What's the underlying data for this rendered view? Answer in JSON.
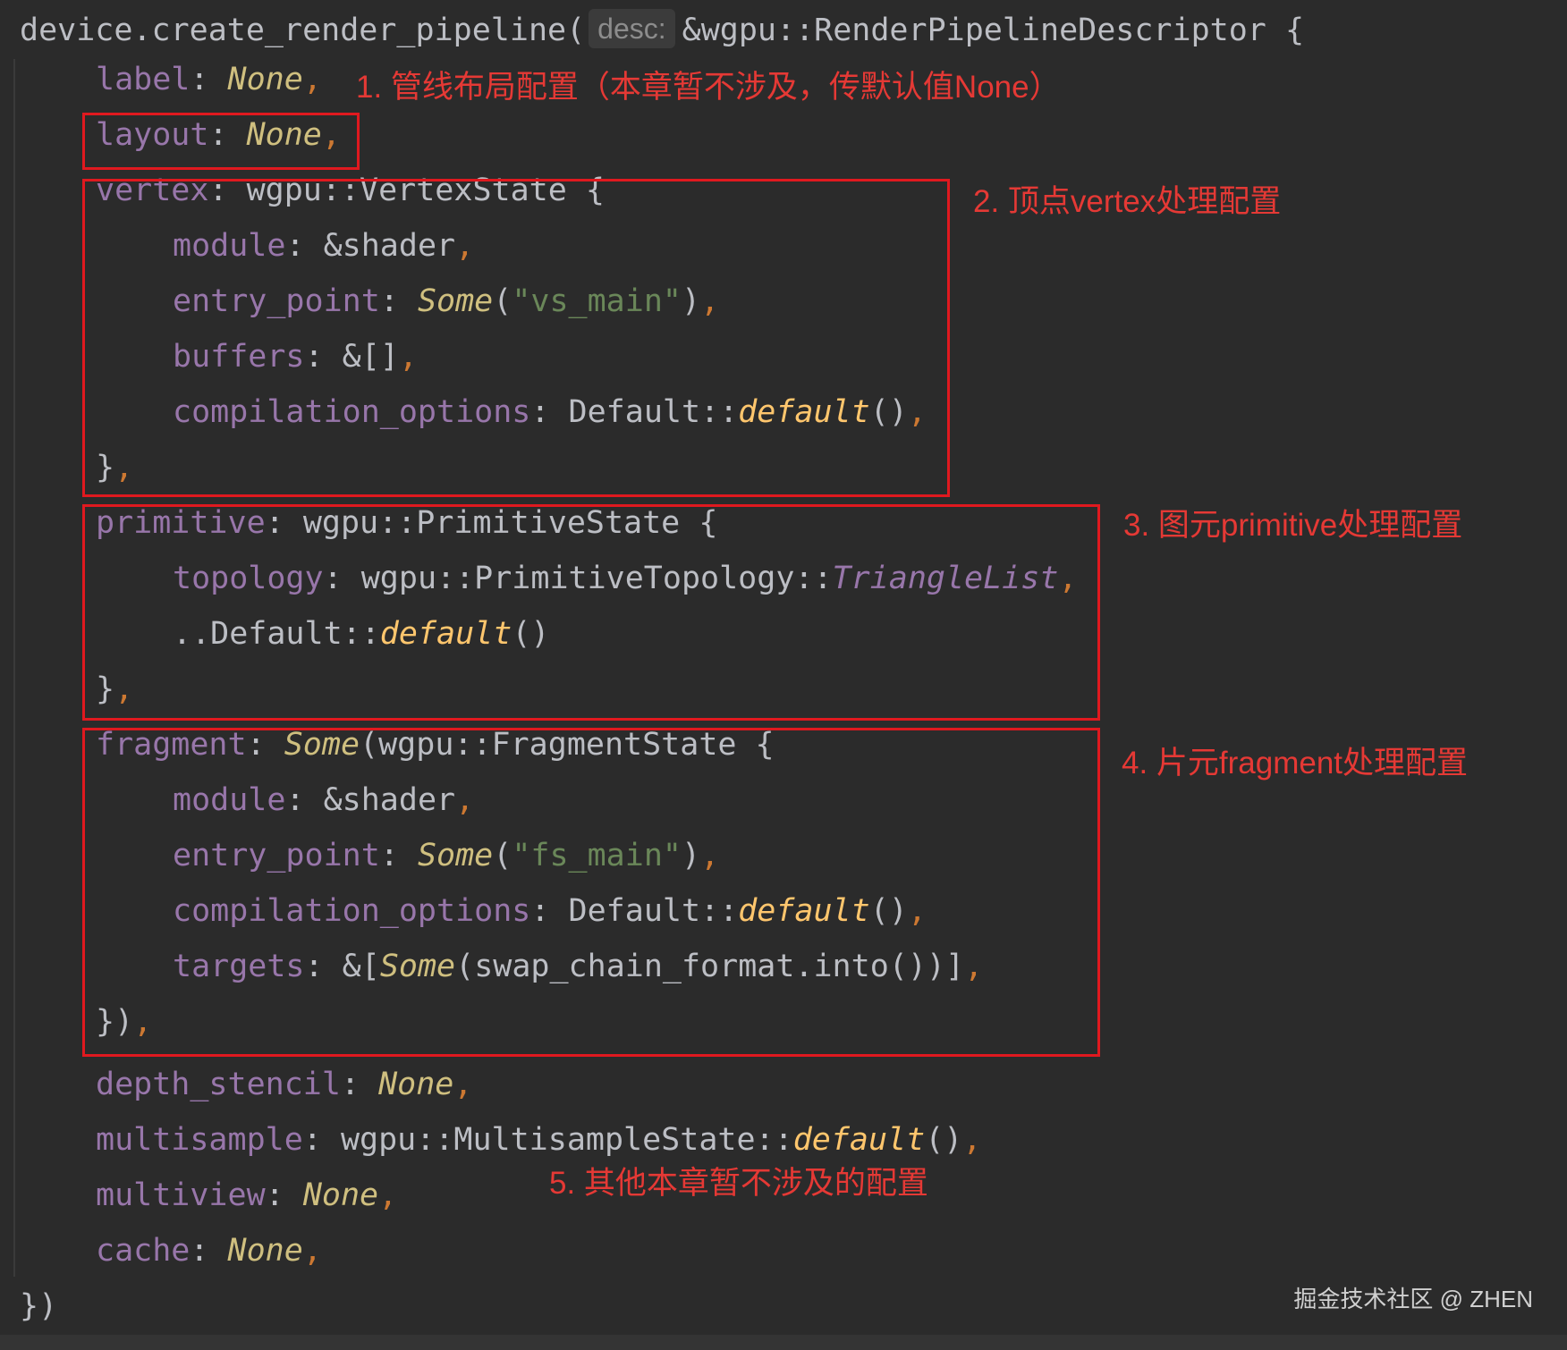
{
  "code": {
    "l1": {
      "call": "device.create_render_pipeline(",
      "hint": "desc:",
      "rest": "&wgpu::RenderPipelineDescriptor {"
    },
    "label": {
      "key": "label",
      "colon": ": ",
      "value": "None",
      "comma": ","
    },
    "layout": {
      "key": "layout",
      "colon": ": ",
      "value": "None",
      "comma": ","
    },
    "vertex": {
      "key": "vertex",
      "colon": ": ",
      "type": "wgpu::VertexState {",
      "module": {
        "key": "module",
        "colon": ": ",
        "value": "&shader",
        "comma": ","
      },
      "entry_point": {
        "key": "entry_point",
        "colon": ": ",
        "some": "Some",
        "open": "(",
        "str": "\"vs_main\"",
        "close": ")",
        "comma": ","
      },
      "buffers": {
        "key": "buffers",
        "colon": ": ",
        "value": "&[]",
        "comma": ","
      },
      "compilation_options": {
        "key": "compilation_options",
        "colon": ": ",
        "path": "Default::",
        "fn": "default",
        "parens": "()",
        "comma": ","
      },
      "close": "}",
      "close_comma": ","
    },
    "primitive": {
      "key": "primitive",
      "colon": ": ",
      "type": "wgpu::PrimitiveState {",
      "topology": {
        "key": "topology",
        "colon": ": ",
        "path": "wgpu::PrimitiveTopology::",
        "variant": "TriangleList",
        "comma": ","
      },
      "rest": {
        "path": "..Default::",
        "fn": "default",
        "parens": "()"
      },
      "close": "}",
      "close_comma": ","
    },
    "fragment": {
      "key": "fragment",
      "colon": ": ",
      "some": "Some",
      "type": "(wgpu::FragmentState {",
      "module": {
        "key": "module",
        "colon": ": ",
        "value": "&shader",
        "comma": ","
      },
      "entry_point": {
        "key": "entry_point",
        "colon": ": ",
        "some": "Some",
        "open": "(",
        "str": "\"fs_main\"",
        "close": ")",
        "comma": ","
      },
      "compilation_options": {
        "key": "compilation_options",
        "colon": ": ",
        "path": "Default::",
        "fn": "default",
        "parens": "()",
        "comma": ","
      },
      "targets": {
        "key": "targets",
        "colon": ": ",
        "open": "&[",
        "some": "Some",
        "value": "(swap_chain_format.into())]",
        "comma": ","
      },
      "close": "})",
      "close_comma": ","
    },
    "depth_stencil": {
      "key": "depth_stencil",
      "colon": ": ",
      "value": "None",
      "comma": ","
    },
    "multisample": {
      "key": "multisample",
      "colon": ": ",
      "path": "wgpu::MultisampleState::",
      "fn": "default",
      "parens": "()",
      "comma": ","
    },
    "multiview": {
      "key": "multiview",
      "colon": ": ",
      "value": "None",
      "comma": ","
    },
    "cache": {
      "key": "cache",
      "colon": ": ",
      "value": "None",
      "comma": ","
    },
    "end": "})"
  },
  "annotations": {
    "a1": "1. 管线布局配置（本章暂不涉及，传默认值None）",
    "a2": "2. 顶点vertex处理配置",
    "a3": "3. 图元primitive处理配置",
    "a4": "4. 片元fragment处理配置",
    "a5": "5. 其他本章暂不涉及的配置"
  },
  "watermark": "掘金技术社区 @ ZHEN",
  "colors": {
    "background": "#2b2b2b",
    "field": "#9876aa",
    "text": "#bcbec4",
    "string": "#6a8759",
    "function": "#ffc66d",
    "keyword_italic": "#cfbf7f",
    "comma": "#cc7832",
    "annotation_red": "#e53935",
    "box_red": "#e0191f"
  }
}
